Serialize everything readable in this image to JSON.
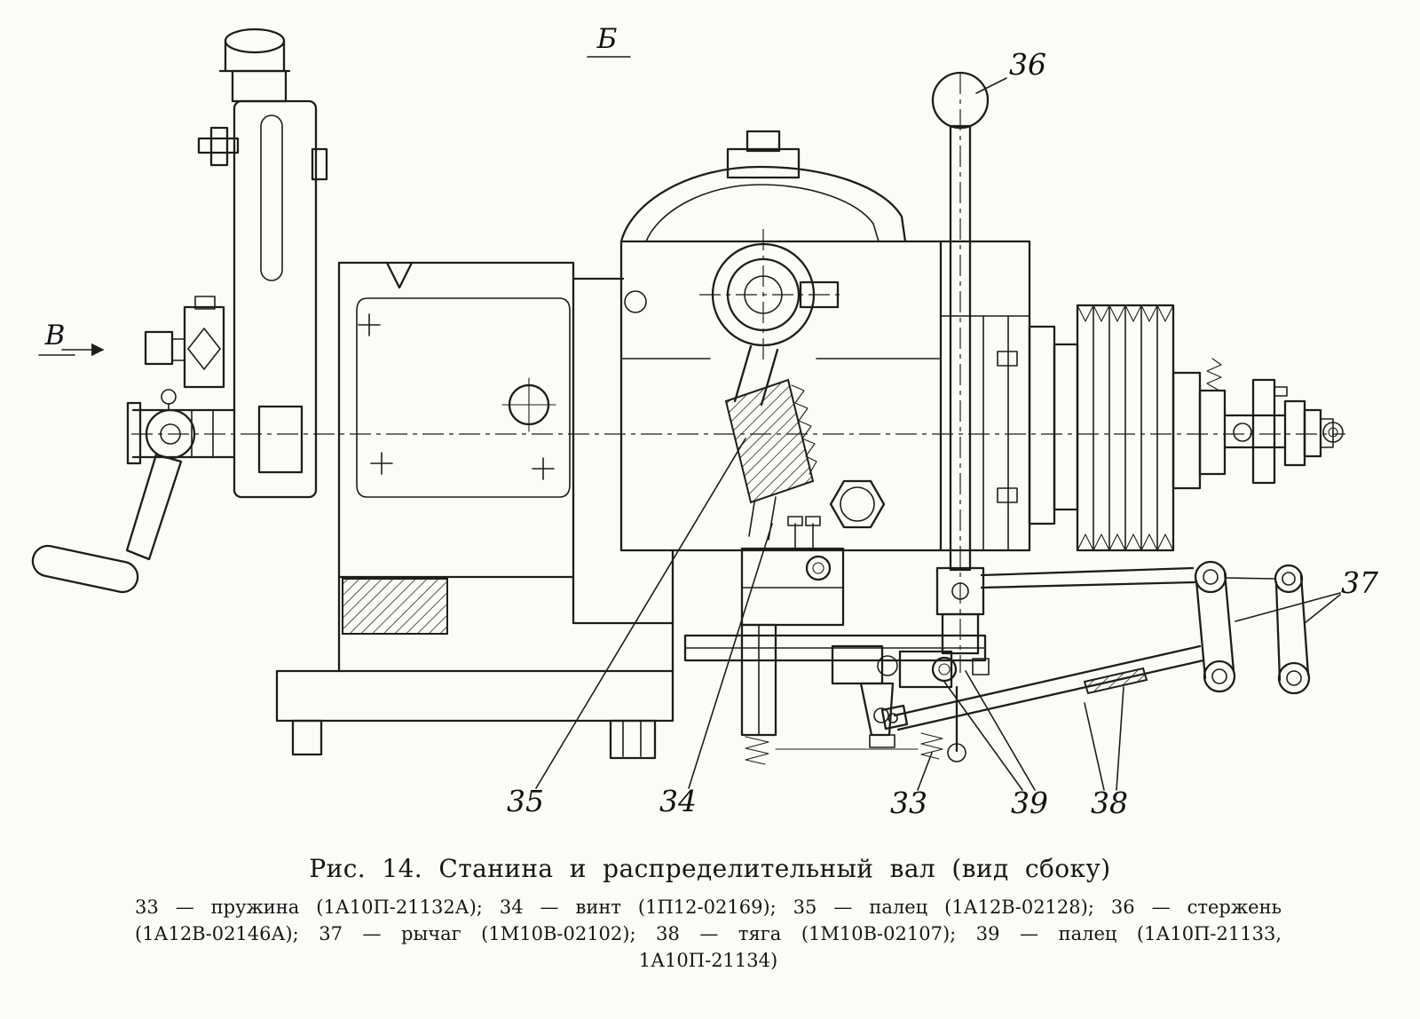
{
  "drawing": {
    "view_label_top": "Б",
    "view_label_left": "В",
    "part_numbers": {
      "n33": "33",
      "n34": "34",
      "n35": "35",
      "n36": "36",
      "n37": "37",
      "n38": "38",
      "n39": "39"
    }
  },
  "caption": "Рис. 14. Станина и распределительный вал (вид сбоку)",
  "legend": {
    "lines": [
      "33 — пружина (1А10П-21132А); 34 — винт (1П12-02169); 35 — палец (1А12В-02128); 36 — стержень",
      "(1А12В-02146А); 37 — рычаг (1М10В-02102); 38 — тяга (1М10В-02107); 39 — палец (1А10П-21133,",
      "1А10П-21134)"
    ]
  },
  "colors": {
    "ink": "#1d1d1b",
    "paper": "#fbfbf8"
  }
}
